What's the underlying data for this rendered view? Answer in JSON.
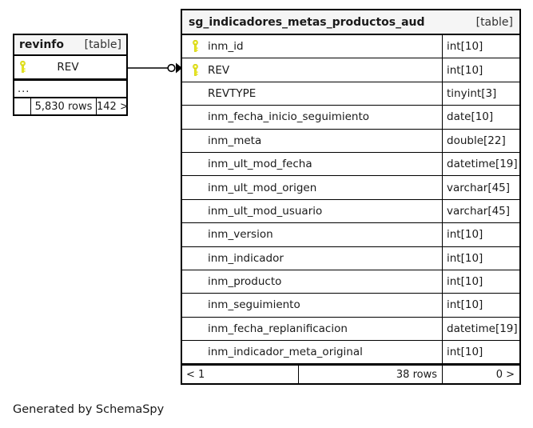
{
  "diagram": {
    "caption": "Generated by SchemaSpy",
    "background_color": "#ffffff",
    "border_color": "#000000",
    "header_bg_color": "#f5f5f5",
    "key_icon_color": "#e9e81f"
  },
  "main_table": {
    "name": "sg_indicadores_metas_productos_aud",
    "tag": "[table]",
    "columns": [
      {
        "name": "inm_id",
        "type": "int[10]",
        "primary_key": true,
        "icon": "key-icon"
      },
      {
        "name": "REV",
        "type": "int[10]",
        "primary_key": true,
        "icon": "key-icon"
      },
      {
        "name": "REVTYPE",
        "type": "tinyint[3]",
        "primary_key": false,
        "icon": ""
      },
      {
        "name": "inm_fecha_inicio_seguimiento",
        "type": "date[10]",
        "primary_key": false,
        "icon": ""
      },
      {
        "name": "inm_meta",
        "type": "double[22]",
        "primary_key": false,
        "icon": ""
      },
      {
        "name": "inm_ult_mod_fecha",
        "type": "datetime[19]",
        "primary_key": false,
        "icon": ""
      },
      {
        "name": "inm_ult_mod_origen",
        "type": "varchar[45]",
        "primary_key": false,
        "icon": ""
      },
      {
        "name": "inm_ult_mod_usuario",
        "type": "varchar[45]",
        "primary_key": false,
        "icon": ""
      },
      {
        "name": "inm_version",
        "type": "int[10]",
        "primary_key": false,
        "icon": ""
      },
      {
        "name": "inm_indicador",
        "type": "int[10]",
        "primary_key": false,
        "icon": ""
      },
      {
        "name": "inm_producto",
        "type": "int[10]",
        "primary_key": false,
        "icon": ""
      },
      {
        "name": "inm_seguimiento",
        "type": "int[10]",
        "primary_key": false,
        "icon": ""
      },
      {
        "name": "inm_fecha_replanificacion",
        "type": "datetime[19]",
        "primary_key": false,
        "icon": ""
      },
      {
        "name": "inm_indicador_meta_original",
        "type": "int[10]",
        "primary_key": false,
        "icon": ""
      }
    ],
    "footer": {
      "left": "< 1",
      "middle": "38 rows",
      "right": "0 >"
    }
  },
  "rev_table": {
    "name": "revinfo",
    "tag": "[table]",
    "columns": [
      {
        "name": "REV",
        "primary_key": true,
        "icon": "key-icon"
      }
    ],
    "ellipsis": "...",
    "footer": {
      "left": "",
      "middle": "5,830 rows",
      "right": "142 >"
    }
  },
  "relationship": {
    "from": "revinfo.REV",
    "to": "sg_indicadores_metas_productos_aud.REV",
    "source_marker": "optional-circle",
    "target_marker": "crows-foot-arrow"
  }
}
